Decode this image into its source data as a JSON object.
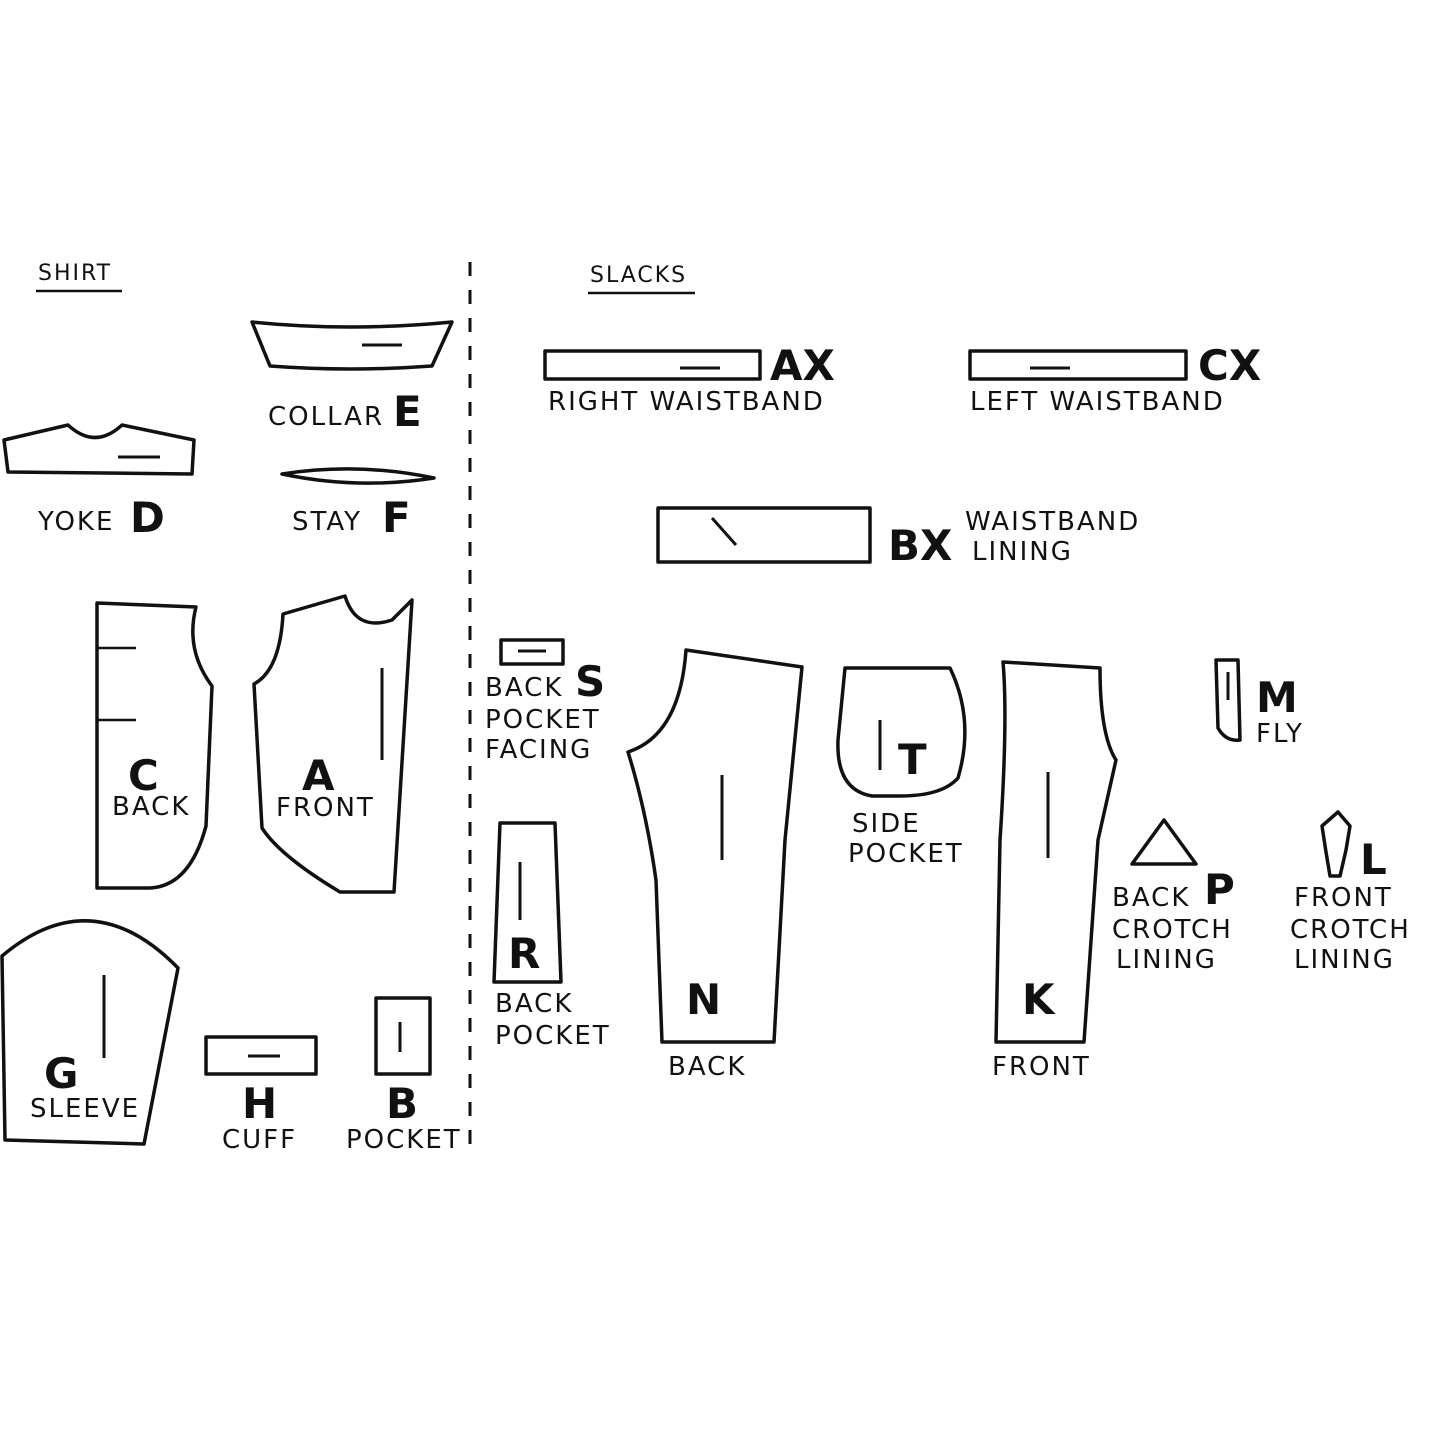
{
  "sections": {
    "shirt": "SHIRT",
    "slacks": "SLACKS"
  },
  "shirt_pieces": {
    "collar": {
      "letter": "E",
      "label": "COLLAR"
    },
    "yoke": {
      "letter": "D",
      "label": "YOKE"
    },
    "stay": {
      "letter": "F",
      "label": "STAY"
    },
    "back": {
      "letter": "C",
      "label": "BACK"
    },
    "front": {
      "letter": "A",
      "label": "FRONT"
    },
    "sleeve": {
      "letter": "G",
      "label": "SLEEVE"
    },
    "cuff": {
      "letter": "H",
      "label": "CUFF"
    },
    "pocket": {
      "letter": "B",
      "label": "POCKET"
    }
  },
  "slacks_pieces": {
    "right_waistband": {
      "letter": "AX",
      "label": "RIGHT WAISTBAND"
    },
    "left_waistband": {
      "letter": "CX",
      "label": "LEFT WAISTBAND"
    },
    "waistband_lining": {
      "letter": "BX",
      "label_lines": [
        "WAISTBAND",
        "LINING"
      ]
    },
    "back_pocket_facing": {
      "letter": "S",
      "label_lines": [
        "BACK",
        "POCKET",
        "FACING"
      ]
    },
    "back_pocket": {
      "letter": "R",
      "label_lines": [
        "BACK",
        "POCKET"
      ]
    },
    "back": {
      "letter": "N",
      "label": "BACK"
    },
    "side_pocket": {
      "letter": "T",
      "label_lines": [
        "SIDE",
        "POCKET"
      ]
    },
    "front": {
      "letter": "K",
      "label": "FRONT"
    },
    "fly": {
      "letter": "M",
      "label": "FLY"
    },
    "back_crotch_lining": {
      "letter": "P",
      "label_lines": [
        "BACK",
        "CROTCH",
        "LINING"
      ]
    },
    "front_crotch_lining": {
      "letter": "L",
      "label_lines": [
        "FRONT",
        "CROTCH",
        "LINING"
      ]
    }
  }
}
